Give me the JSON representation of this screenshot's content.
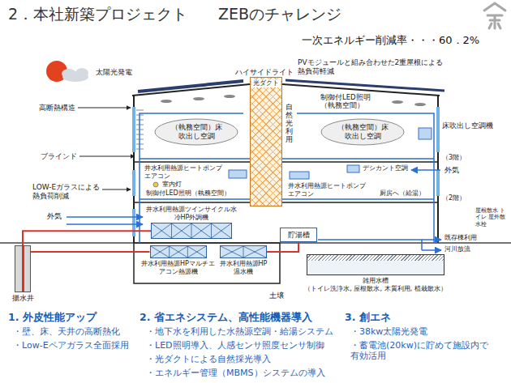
{
  "diagram": {
    "title": "2．本社新築プロジェクト　　ZEBのチャレンジ",
    "nodes": [
      {
        "text": [
          "井水利用熱源ツインサイクル水冷HP外調機"
        ]
      },
      {
        "text": [
          "井水利用熱源HPマルチエアコン熱源機"
        ]
      },
      {
        "text": [
          "井水利用熱源HP温水機"
        ]
      },
      {
        "text": [
          "貯湯槽"
        ]
      },
      {
        "text": [
          "雑用水槽",
          "（トイレ洗浄水, 屋根散水, 木質利用, 植栽散水）"
        ]
      },
      {
        "text": [
          "光ダクト"
        ]
      },
      {
        "text": [
          "（執務空間）床吹出し空調"
        ]
      },
      {
        "text": [
          "（執務空間）床吹出し空調"
        ]
      },
      {
        "text": [
          "揚水井"
        ]
      }
    ],
    "edges": [
      {
        "from": 8,
        "to": 0,
        "arrow": "none"
      },
      {
        "from": 8,
        "to": 1,
        "arrow": "none"
      },
      {
        "from": 2,
        "to": 3,
        "arrow": "none"
      }
    ],
    "labels": [
      "一次エネルギー削減率・・・60．2%",
      "太陽光発電",
      "ハイサイドライト",
      "PVモジュールと組み合わせた2重屋根による熱負荷軽減",
      "高断熱構造",
      "制御付LED照明（執務空間）",
      "自然光利用",
      "床吹出し空調機",
      "ブラインド",
      "（3階）",
      "外気",
      "井水利用熱源ヒートポンプエアコン",
      "デシカント空調",
      "室内灯",
      "制御付LED照明（執務空間）",
      "LOW-Eガラスによる熱負荷削減",
      "井水利用熱源ヒートポンプエアコン",
      "厨房へ（給湯）",
      "（2階）",
      "屋根散水 トイレ 屋外散水栓",
      "外気",
      "既存棟利用",
      "河川放流",
      "土壌",
      "1. 外皮性能アップ",
      "・壁、床、天井の高断熱化",
      "・Low-Eペアガラス全面採用",
      "2. 省エネシステム、高性能機器導入",
      "・地下水を利用した水熱源空調・給湯システム",
      "・LED照明導入、人感センサ照度センサ制御",
      "・光ダクトによる自然採光導入",
      "・エネルギー管理（MBMS）システムの導入",
      "3. 創エネ",
      "・38kw太陽光発電",
      "・蓄電池(20kw)に貯めて施設内で有効活用"
    ]
  }
}
